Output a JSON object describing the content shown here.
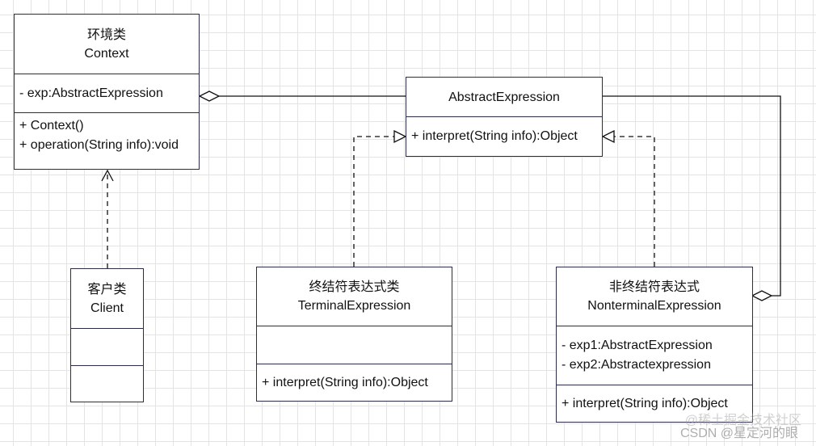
{
  "classes": {
    "context": {
      "cn_name": "环境类",
      "name": "Context",
      "attributes": [
        "- exp:AbstractExpression"
      ],
      "operations": [
        "+ Context()",
        "+ operation(String info):void"
      ]
    },
    "abstract_expression": {
      "name": "AbstractExpression",
      "operations": [
        "+ interpret(String info):Object"
      ]
    },
    "client": {
      "cn_name": "客户类",
      "name": "Client"
    },
    "terminal_expression": {
      "cn_name": "终结符表达式类",
      "name": "TerminalExpression",
      "operations": [
        "+ interpret(String info):Object"
      ]
    },
    "nonterminal_expression": {
      "cn_name": "非终结符表达式",
      "name": "NonterminalExpression",
      "attributes": [
        "- exp1:AbstractExpression",
        "- exp2:Abstractexpression"
      ],
      "operations": [
        "+ interpret(String info):Object"
      ]
    }
  },
  "relationships": [
    {
      "type": "aggregation",
      "whole": "Context",
      "part": "AbstractExpression"
    },
    {
      "type": "dependency",
      "from": "Client",
      "to": "Context"
    },
    {
      "type": "realization",
      "from": "TerminalExpression",
      "to": "AbstractExpression"
    },
    {
      "type": "realization",
      "from": "NonterminalExpression",
      "to": "AbstractExpression"
    },
    {
      "type": "aggregation",
      "whole": "NonterminalExpression",
      "part": "AbstractExpression"
    }
  ],
  "watermark": {
    "text": "CSDN @星定河的眼",
    "text2": "@稀土掘金技术社区"
  },
  "colors": {
    "border": "#2b2b4a",
    "line": "#111111",
    "grid": "#e4e4e4"
  }
}
